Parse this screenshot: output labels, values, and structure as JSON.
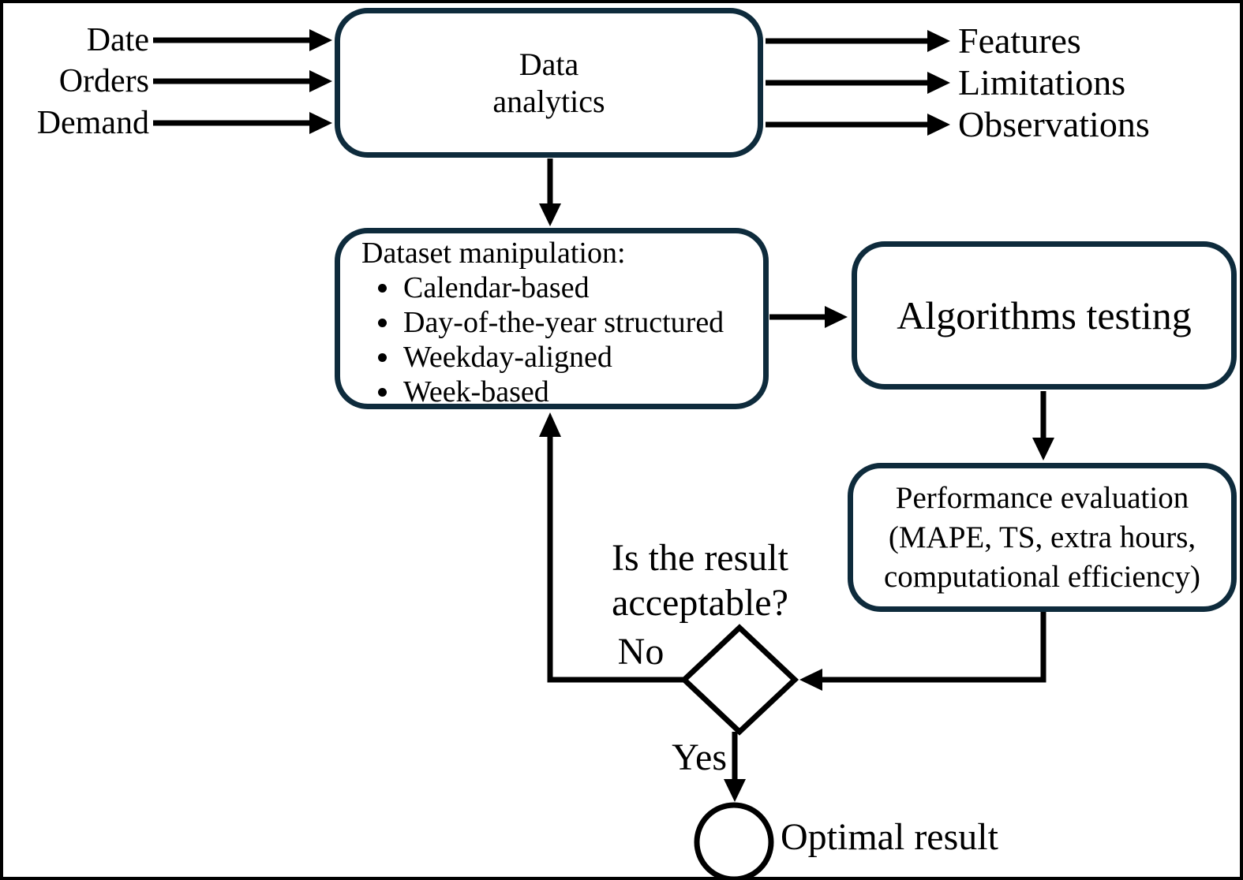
{
  "diagram": {
    "inputs": [
      "Date",
      "Orders",
      "Demand"
    ],
    "outputs": [
      "Features",
      "Limitations",
      "Observations"
    ],
    "nodes": {
      "data_analytics": {
        "line1": "Data",
        "line2": "analytics"
      },
      "dataset_manipulation": {
        "title": "Dataset manipulation:",
        "bullets": [
          "Calendar-based",
          "Day-of-the-year structured",
          "Weekday-aligned",
          "Week-based"
        ]
      },
      "algorithms_testing": {
        "label": "Algorithms testing"
      },
      "performance_evaluation": {
        "line1": "Performance evaluation",
        "line2": "(MAPE, TS, extra hours,",
        "line3": "computational efficiency)"
      },
      "decision": {
        "question_line1": "Is the result",
        "question_line2": "acceptable?",
        "no_label": "No",
        "yes_label": "Yes"
      },
      "optimal_result": {
        "label": "Optimal result"
      }
    },
    "colors": {
      "box_border": "#0e2b3c",
      "arrow": "#000000",
      "background": "#ffffff",
      "outer_border": "#000000"
    }
  }
}
